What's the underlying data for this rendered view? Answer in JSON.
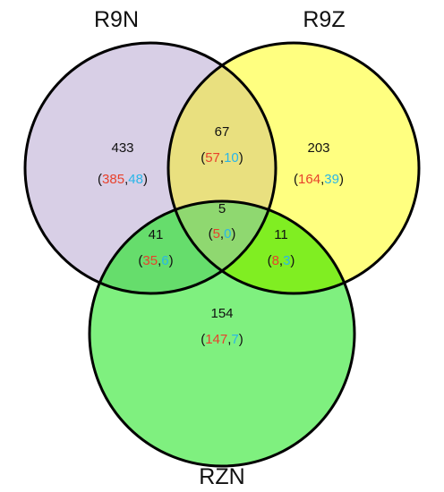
{
  "colors": {
    "outline": "#000000",
    "red_count": "#e8412c",
    "blue_count": "#29b6e8",
    "text": "#111111"
  },
  "sets": {
    "r9n": {
      "label": "R9N",
      "fill": "#d8cfe6"
    },
    "r9z": {
      "label": "R9Z",
      "fill": "#ffff80"
    },
    "rzn": {
      "label": "RZN",
      "fill": "#7ff07f"
    }
  },
  "regions": {
    "r9n_only": {
      "total": "433",
      "red": "385",
      "blue": "48"
    },
    "r9n_r9z": {
      "total": "67",
      "red": "57",
      "blue": "10",
      "fill": "#e9e07f"
    },
    "r9z_only": {
      "total": "203",
      "red": "164",
      "blue": "39"
    },
    "all_three": {
      "total": "5",
      "red": "5",
      "blue": "0",
      "fill": "#8fd870"
    },
    "r9n_rzn": {
      "total": "41",
      "red": "35",
      "blue": "6",
      "fill": "#66dd6c"
    },
    "r9z_rzn": {
      "total": "11",
      "red": "8",
      "blue": "3",
      "fill": "#80ee22"
    },
    "rzn_only": {
      "total": "154",
      "red": "147",
      "blue": "7"
    }
  }
}
